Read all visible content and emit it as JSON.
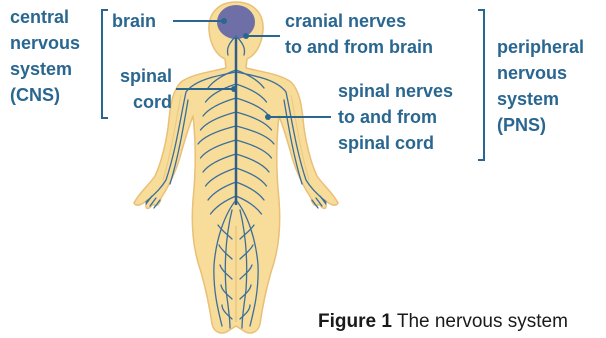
{
  "colors": {
    "label": "#2a6790",
    "body_fill": "#f8dc9a",
    "body_outline": "#e8c078",
    "nerve": "#3a6f9a",
    "brain": "#6f6fa8",
    "caption": "#1a1a1a"
  },
  "labels": {
    "cns": [
      "central",
      "nervous",
      "system",
      "(CNS)"
    ],
    "brain": "brain",
    "spinal_cord": [
      "spinal",
      "cord"
    ],
    "cranial_nerves": [
      "cranial nerves",
      "to and from brain"
    ],
    "spinal_nerves": [
      "spinal nerves",
      "to and from",
      "spinal cord"
    ],
    "pns": [
      "peripheral",
      "nervous",
      "system",
      "(PNS)"
    ]
  },
  "caption": {
    "figure": "Figure 1",
    "text": " The nervous system"
  }
}
